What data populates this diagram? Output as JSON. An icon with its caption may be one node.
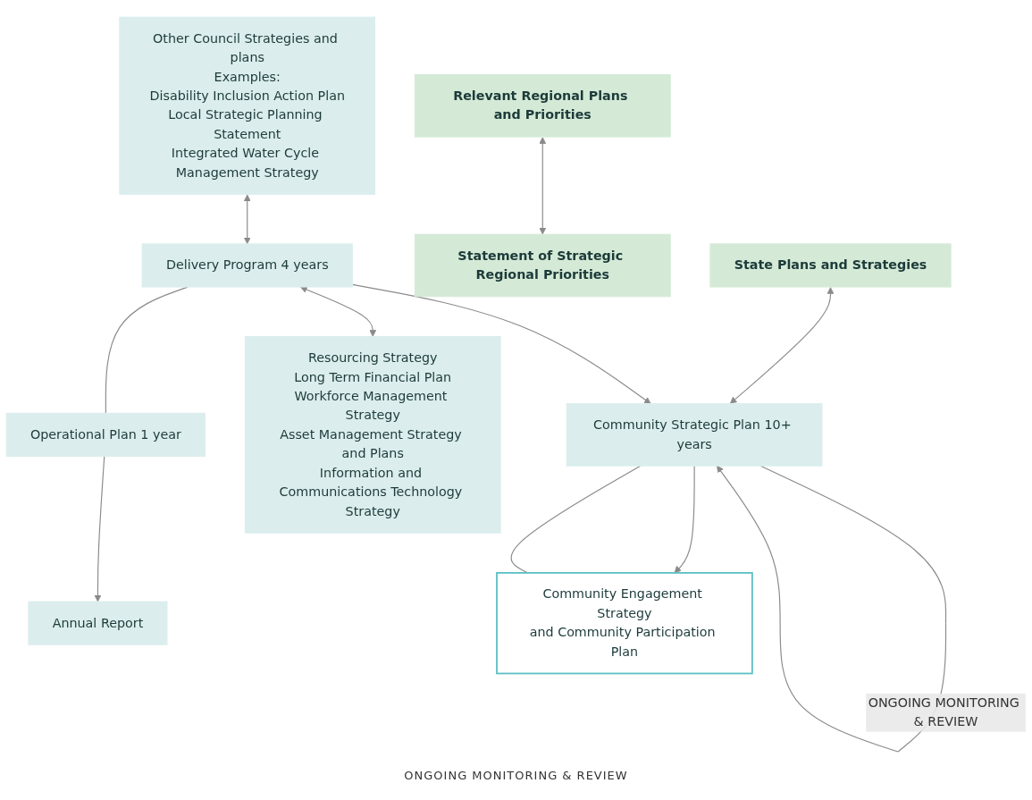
{
  "diagram": {
    "nodes": [
      {
        "text": [
          "State Plans and Strategies"
        ]
      },
      {
        "text": [
          "Relevant Regional Plans and Priorities"
        ]
      },
      {
        "text": [
          "Statement of Strategic Regional Priorities"
        ]
      },
      {
        "text": [
          "Community Strategic Plan 10+ years"
        ]
      },
      {
        "text": [
          "Other Council Strategies and plans",
          "Examples:",
          "Disability Inclusion Action Plan",
          "Local Strategic Planning Statement",
          "Integrated Water Cycle Management Strategy"
        ]
      },
      {
        "text": [
          "Delivery Program 4 years"
        ]
      },
      {
        "text": [
          "Resourcing Strategy",
          "Long Term Financial Plan",
          "Workforce Management Strategy",
          "Asset Management Strategy and Plans",
          "Information and Communications Technology Strategy"
        ]
      },
      {
        "text": [
          "Operational Plan 1 year"
        ]
      },
      {
        "text": [
          "Annual Report"
        ]
      },
      {
        "text": [
          "Community Engagement Strategy",
          "and Community Participation Plan"
        ]
      }
    ],
    "edges": [
      {
        "from": 1,
        "to": 2,
        "arrow": "both"
      },
      {
        "from": 0,
        "to": 3,
        "arrow": "both"
      },
      {
        "from": 5,
        "to": 3,
        "arrow": "to"
      },
      {
        "from": 4,
        "to": 5,
        "arrow": "both"
      },
      {
        "from": 5,
        "to": 6,
        "arrow": "both"
      },
      {
        "from": 5,
        "to": 7,
        "arrow": "none"
      },
      {
        "from": 7,
        "to": 8,
        "arrow": "to"
      },
      {
        "from": 3,
        "to": 9,
        "arrow": "to"
      },
      {
        "from": 9,
        "to": 3,
        "arrow": "none"
      },
      {
        "from": 3,
        "to": 3,
        "arrow": "to",
        "label": "ONGOING MONITORING & REVIEW"
      }
    ],
    "labels": [
      "ONGOING MONITORING & REVIEW"
    ]
  }
}
